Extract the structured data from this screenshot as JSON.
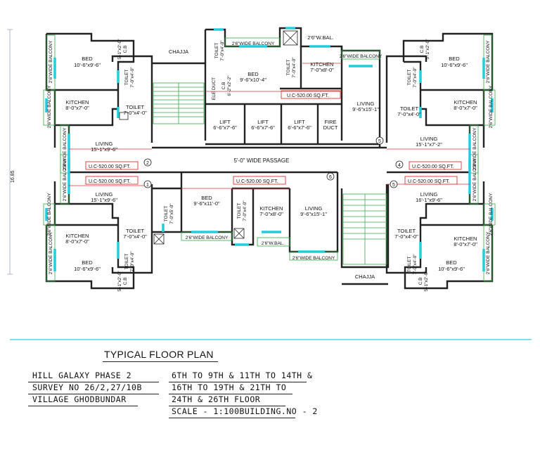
{
  "page": {
    "title": "TYPICAL FLOOR PLAN",
    "project": {
      "line1": "HILL GALAXY PHASE 2",
      "line2": "SURVEY NO 26/2,27/10B",
      "line3": "VILLAGE GHODBUNDAR"
    },
    "floors": {
      "line1": "6TH TO 9TH & 11TH TO 14TH &",
      "line2": "16TH TO 19TH & 21TH TO",
      "line3": "24TH & 26TH FLOOR",
      "line4": "SCALE - 1:100BUILDING.NO - 2"
    },
    "dimension": "16.85"
  },
  "plan": {
    "chajja": "CHAJJA",
    "passage": "5'-0\" WIDE PASSAGE",
    "fire_duct": "FIRE",
    "fire_duct2": "DUCT",
    "ele_duct": "ELE DUCT",
    "wbal": "2'6\"W.BAL.",
    "balcony": "2'6\"WIDE BALCONY",
    "lift": "LIFT",
    "lift1": "6'-6\"x7'-6\"",
    "lift2": "6'-6\"x7'-6\"",
    "lift3": "6'-6\"x7'-6\"",
    "uc": "U.C-520.00 SQ.FT.",
    "cb": "C.B",
    "cb_dim": "6'-2\"x2'-2\"",
    "cb_dim2": "5'-1\"x2'-0\"",
    "bed_top_center": "BED",
    "bed_top_center_dim": "9'-6\"x10'-4\"",
    "kitchen_top_center": "KITCHEN",
    "kitchen_top_center_dim": "7'-0\"x8'-0\"",
    "living_top_right": "LIVING",
    "living_top_right_dim": "9'-6\"x15'-1\"",
    "toilet": "TOILET",
    "toilet_dim": "7'-0\"x4'-0\"",
    "toilet_dim_b": "7'-0\"x5'-0\"",
    "bed": "BED",
    "bed_side_dim": "10'-6\"x9'-6\"",
    "kitchen": "KITCHEN",
    "kitchen_side_dim": "8'-0\"x7'-0\"",
    "living": "LIVING",
    "living_left_dim": "15'-1\"x9'-6\"",
    "living_right_top_dim": "15'-1\"x7'-2\"",
    "living_right_bottom_dim": "16'-1\"x9'-6\"",
    "bed_bottom_center_dim": "9'-6\"x11'-0\"",
    "living_bottom_center_dim": "9'-6\"x15'-1\"",
    "n1": "1",
    "n2": "2",
    "n4": "4",
    "n5": "5",
    "n6": "6"
  }
}
